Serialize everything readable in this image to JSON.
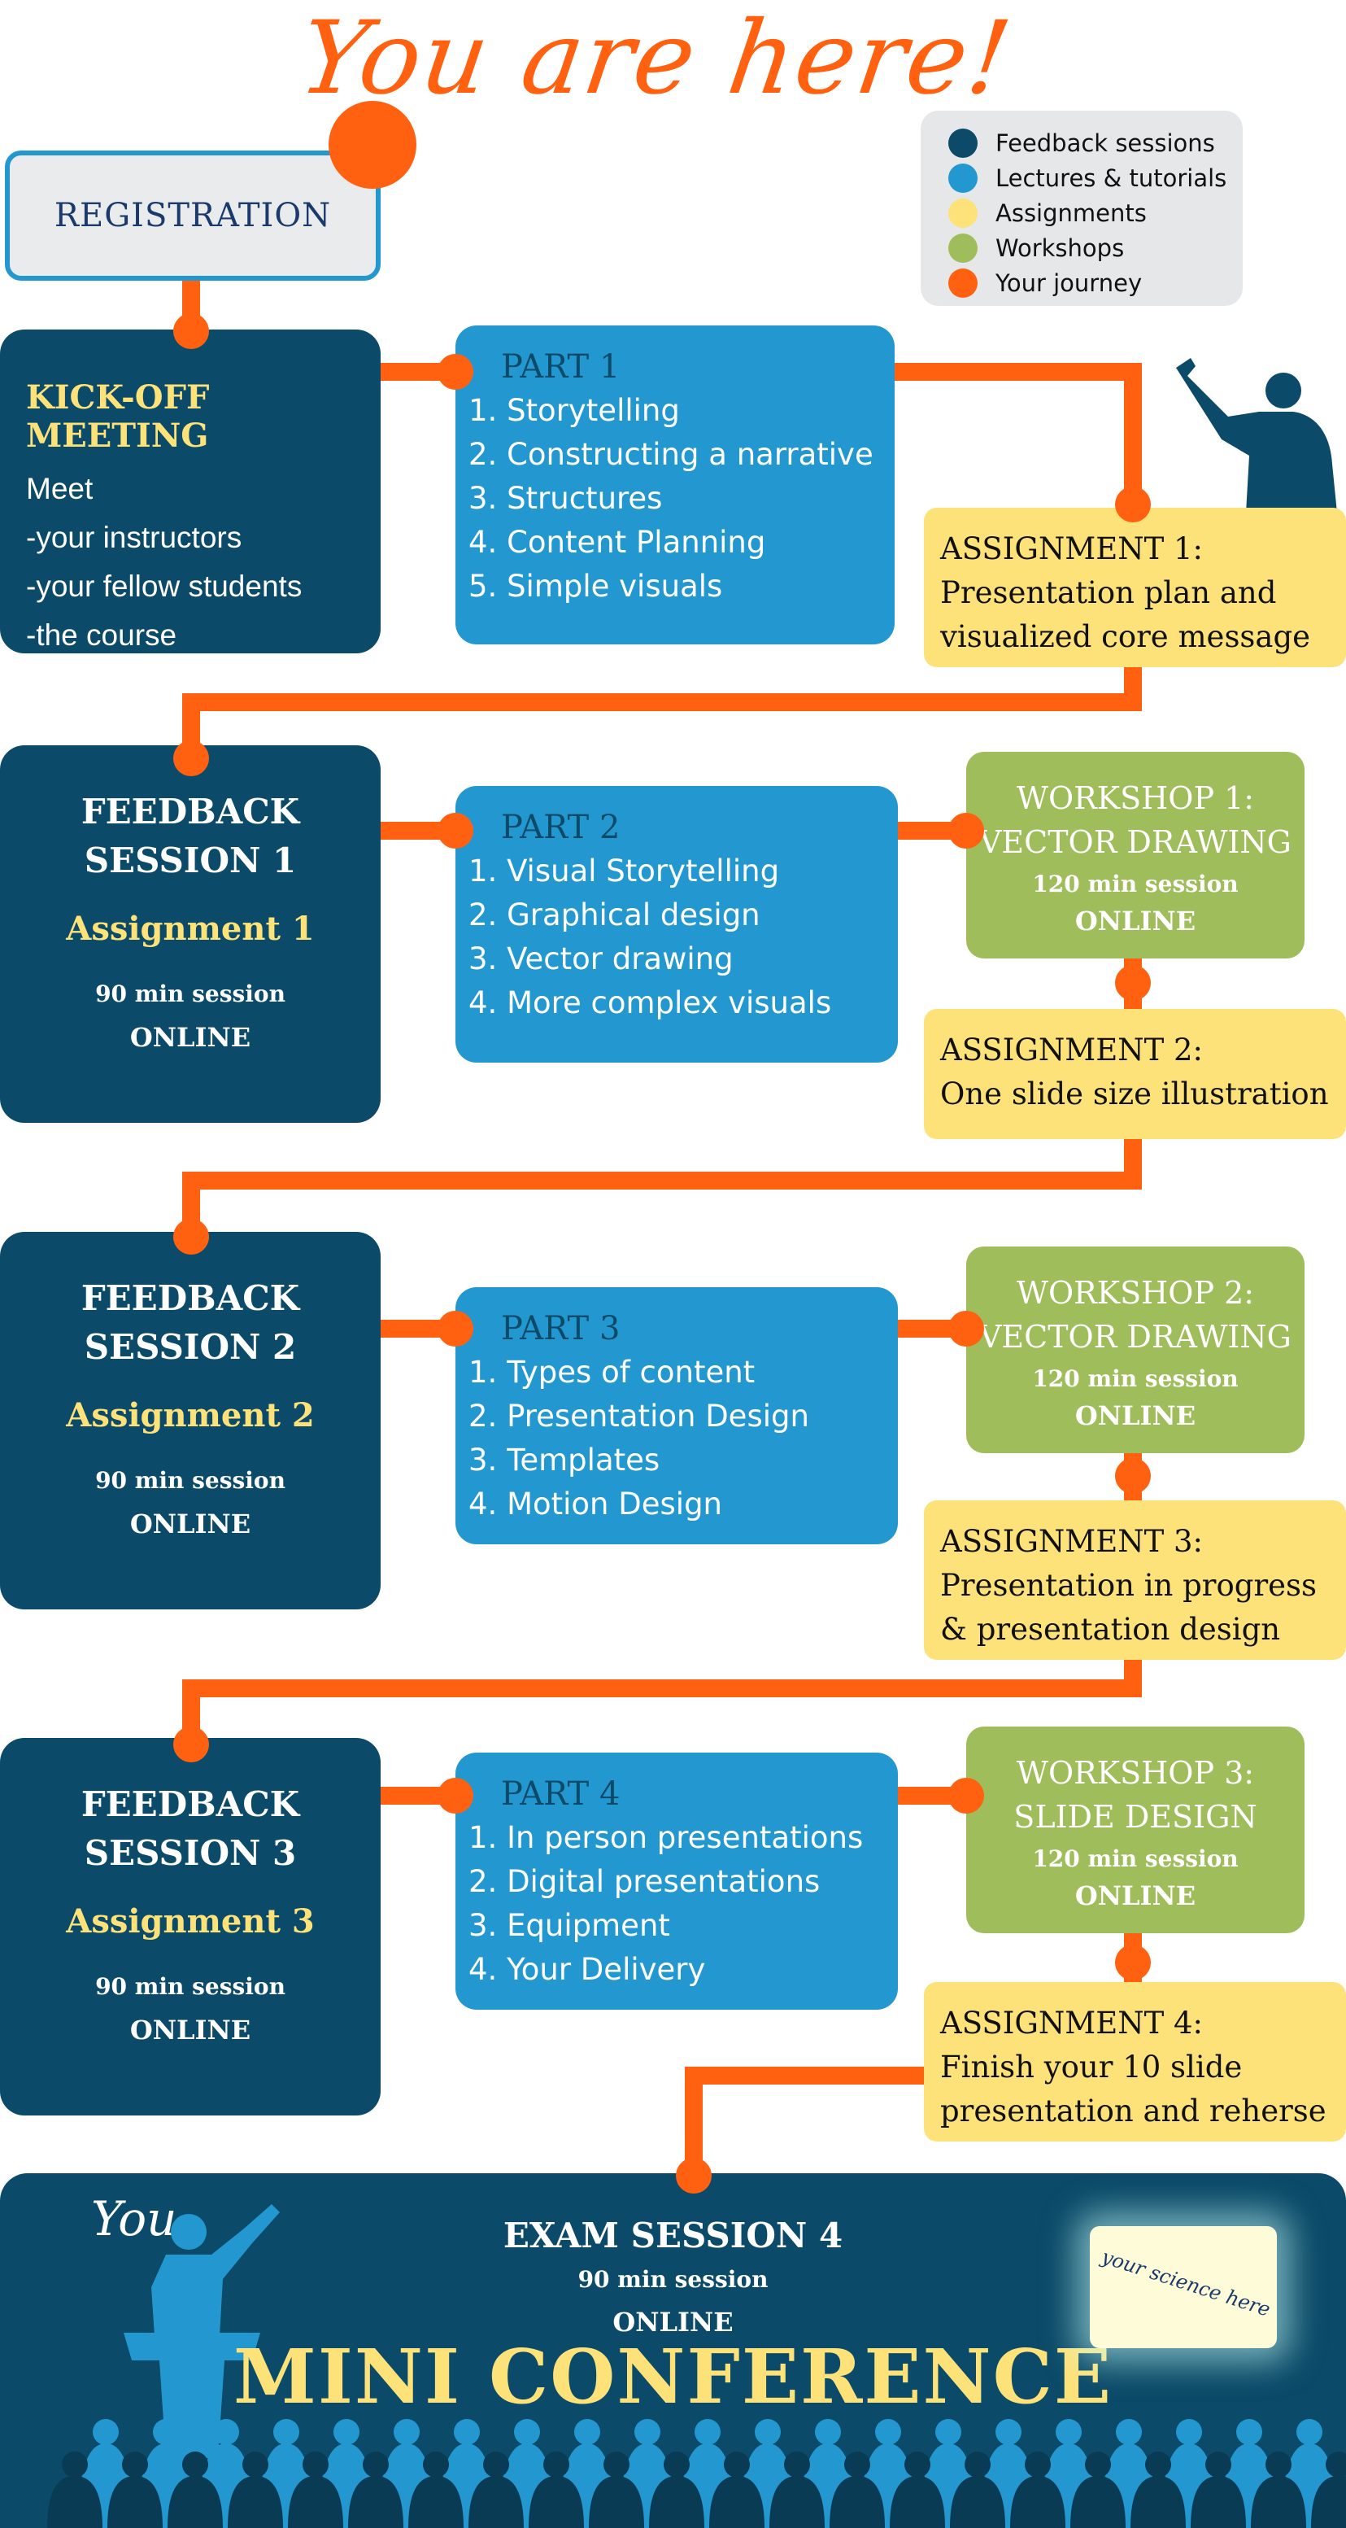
{
  "header": {
    "title": "You are here!"
  },
  "registration": {
    "label": "REGISTRATION"
  },
  "legend": {
    "items": [
      {
        "label": "Feedback sessions",
        "color": "#0b4a68"
      },
      {
        "label": "Lectures & tutorials",
        "color": "#2398d0"
      },
      {
        "label": "Assignments",
        "color": "#fde27a"
      },
      {
        "label": "Workshops",
        "color": "#9fbd5b"
      },
      {
        "label": "Your journey",
        "color": "#ff6110"
      }
    ]
  },
  "kickoff": {
    "title": "KICK-OFF MEETING",
    "lines": [
      "Meet",
      "-your instructors",
      "-your fellow students",
      "-the course"
    ]
  },
  "parts": [
    {
      "title": "PART 1",
      "items": [
        "1. Storytelling",
        "2. Constructing a narrative",
        "3. Structures",
        "4. Content Planning",
        "5. Simple visuals"
      ]
    },
    {
      "title": "PART 2",
      "items": [
        "1. Visual Storytelling",
        "2. Graphical design",
        "3. Vector drawing",
        "4. More complex visuals"
      ]
    },
    {
      "title": "PART 3",
      "items": [
        "1. Types of content",
        "2. Presentation Design",
        "3. Templates",
        "4. Motion Design"
      ]
    },
    {
      "title": "PART 4",
      "items": [
        "1. In person presentations",
        "2. Digital presentations",
        "3. Equipment",
        "4. Your Delivery"
      ]
    }
  ],
  "feedback": [
    {
      "line1": "FEEDBACK",
      "line2": "SESSION 1",
      "assignment": "Assignment 1",
      "session": "90 min session",
      "mode": "ONLINE"
    },
    {
      "line1": "FEEDBACK",
      "line2": "SESSION 2",
      "assignment": "Assignment 2",
      "session": "90 min session",
      "mode": "ONLINE"
    },
    {
      "line1": "FEEDBACK",
      "line2": "SESSION 3",
      "assignment": "Assignment 3",
      "session": "90 min session",
      "mode": "ONLINE"
    }
  ],
  "workshops": [
    {
      "line1": "WORKSHOP 1:",
      "line2": "VECTOR DRAWING",
      "session": "120 min session",
      "mode": "ONLINE"
    },
    {
      "line1": "WORKSHOP 2:",
      "line2": "VECTOR DRAWING",
      "session": "120 min session",
      "mode": "ONLINE"
    },
    {
      "line1": "WORKSHOP 3:",
      "line2": "SLIDE DESIGN",
      "session": "120 min session",
      "mode": "ONLINE"
    }
  ],
  "assignments": [
    {
      "title": "ASSIGNMENT 1:",
      "lines": [
        "Presentation plan and",
        "visualized  core message"
      ]
    },
    {
      "title": "ASSIGNMENT 2:",
      "lines": [
        "One slide size illustration"
      ]
    },
    {
      "title": "ASSIGNMENT 3:",
      "lines": [
        "Presentation in progress",
        "& presentation design"
      ]
    },
    {
      "title": "ASSIGNMENT 4:",
      "lines": [
        "Finish your 10 slide",
        "presentation and reherse"
      ]
    }
  ],
  "exam": {
    "title": "EXAM SESSION 4",
    "session": "90 min session",
    "mode": "ONLINE",
    "name": "MINI CONFERENCE",
    "you_label": "You",
    "screen_text": "your science here"
  },
  "colors": {
    "feedback": "#0b4a68",
    "lectures": "#2398d0",
    "assignments": "#fde27a",
    "workshops": "#9fbd5b",
    "journey": "#ff6110"
  }
}
